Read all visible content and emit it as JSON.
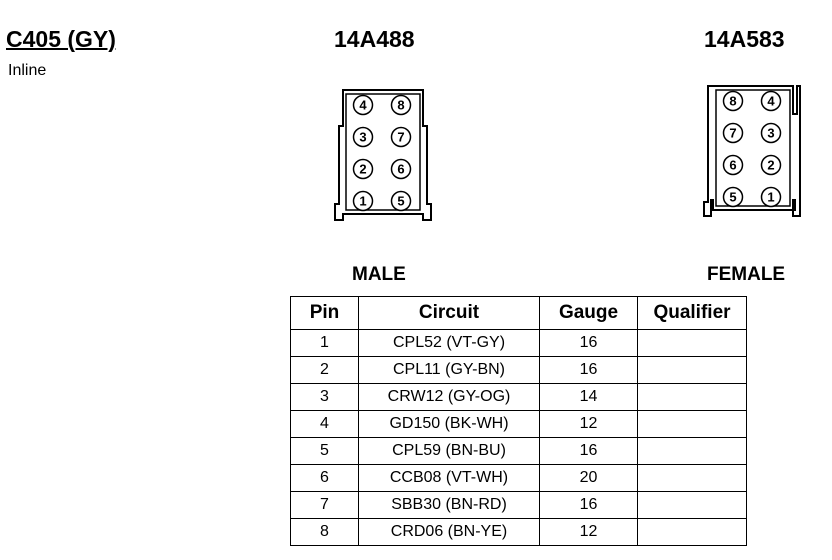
{
  "connector": {
    "id": "C405 (GY)",
    "type": "Inline"
  },
  "male_side": {
    "part_number": "14A488",
    "label": "MALE",
    "pin_layout": [
      [
        "4",
        "8"
      ],
      [
        "3",
        "7"
      ],
      [
        "2",
        "6"
      ],
      [
        "1",
        "5"
      ]
    ]
  },
  "female_side": {
    "part_number": "14A583",
    "label": "FEMALE",
    "pin_layout": [
      [
        "8",
        "4"
      ],
      [
        "7",
        "3"
      ],
      [
        "6",
        "2"
      ],
      [
        "5",
        "1"
      ]
    ]
  },
  "pin_table": {
    "headers": [
      "Pin",
      "Circuit",
      "Gauge",
      "Qualifier"
    ],
    "rows": [
      {
        "pin": "1",
        "circuit": "CPL52 (VT-GY)",
        "gauge": "16",
        "qualifier": ""
      },
      {
        "pin": "2",
        "circuit": "CPL11 (GY-BN)",
        "gauge": "16",
        "qualifier": ""
      },
      {
        "pin": "3",
        "circuit": "CRW12 (GY-OG)",
        "gauge": "14",
        "qualifier": ""
      },
      {
        "pin": "4",
        "circuit": "GD150 (BK-WH)",
        "gauge": "12",
        "qualifier": ""
      },
      {
        "pin": "5",
        "circuit": "CPL59 (BN-BU)",
        "gauge": "16",
        "qualifier": ""
      },
      {
        "pin": "6",
        "circuit": "CCB08 (VT-WH)",
        "gauge": "20",
        "qualifier": ""
      },
      {
        "pin": "7",
        "circuit": "SBB30 (BN-RD)",
        "gauge": "16",
        "qualifier": ""
      },
      {
        "pin": "8",
        "circuit": "CRD06 (BN-YE)",
        "gauge": "12",
        "qualifier": ""
      }
    ]
  }
}
